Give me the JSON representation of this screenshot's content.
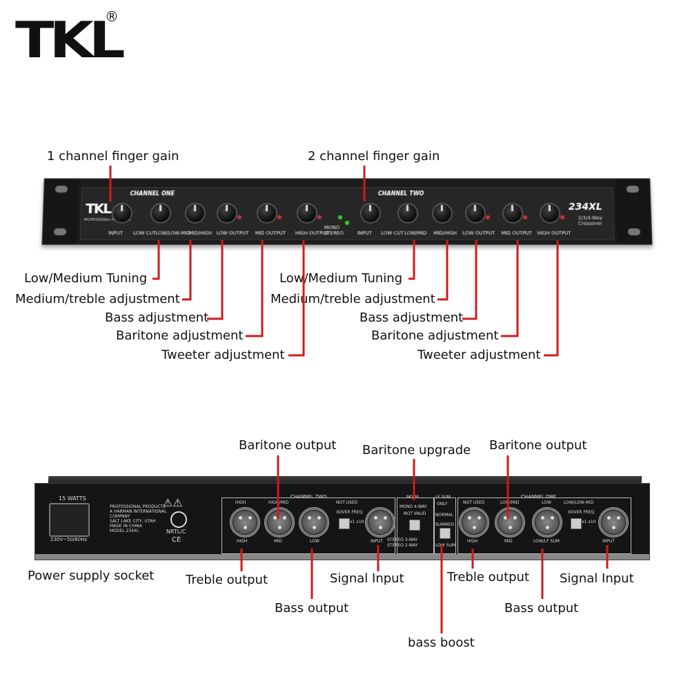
{
  "brand": {
    "logo_text": "TKL",
    "registered_mark": "®"
  },
  "front_panel": {
    "logo_text": "TKL",
    "logo_sub": "PROFESSIONAL PRODUCTS",
    "channel_one_label": "CHANNEL ONE",
    "channel_two_label": "CHANNEL TWO",
    "model": "234XL",
    "model_sub1": "2/3/4-Way",
    "model_sub2": "Crossover",
    "bottom_labels_ch1": [
      "INPUT",
      "LOW CUT",
      "LOW/LOW-MID",
      "MID/HIGH",
      "LOW OUTPUT",
      "MID OUTPUT",
      "HIGH OUTPUT"
    ],
    "bottom_labels_mid": [
      "MONO",
      "STEREO"
    ],
    "bottom_labels_ch2": [
      "INPUT",
      "LOW CUT",
      "LOW/MID",
      "MID/HIGH",
      "LOW OUTPUT",
      "MID OUTPUT",
      "HIGH OUTPUT"
    ]
  },
  "front_callouts": {
    "ch1_gain": "1 channel finger gain",
    "ch2_gain": "2 channel finger gain",
    "ch1": [
      "Low/Medium Tuning",
      "Medium/treble adjustment",
      "Bass adjustment",
      "Baritone adjustment",
      "Tweeter adjustment"
    ],
    "ch2": [
      "Low/Medium Tuning",
      "Medium/treble adjustment",
      "Bass adjustment",
      "Baritone adjustment",
      "Tweeter adjustment"
    ]
  },
  "back_panel": {
    "power_label": "15 WATTS",
    "power_rating": "230V~50/60Hz",
    "maker_text": [
      "PROFESSIONAL PRODUCTS",
      "A HARMAN INTERNATIONAL",
      "COMPANY",
      "SALT LAKE CITY, UTAH",
      "MADE IN CHINA",
      "MODEL 234XL"
    ],
    "cert_text": "NRTL/C",
    "ce_text": "CE",
    "ch2_header": "CHANNEL TWO",
    "ch1_header": "CHANNEL ONE",
    "mode_header": "MODE",
    "lf_sum_header": "LF SUM",
    "xlr_top_ch2": [
      "HIGH",
      "HIGH/MID",
      "NOT USED"
    ],
    "xlr_bottom_ch2": [
      "HIGH",
      "MID",
      "LOW",
      "INPUT"
    ],
    "xlr_top_ch1": [
      "NOT USED",
      "LOW/MID",
      "LOW",
      "LOW/LOW-MID"
    ],
    "xlr_bottom_ch1": [
      "HIGH",
      "MID",
      "LOW/LF SUM",
      "INPUT"
    ],
    "mode_options": [
      "MONO 4-WAY",
      "NOT VALID",
      "STEREO 3-WAY",
      "STEREO 2-WAY"
    ],
    "lf_options": [
      "ONLY",
      "NORMAL",
      "SUMMED",
      "LOW SUM"
    ],
    "xover_freq": "XOVER FREQ",
    "xover_mult": "x1 x10"
  },
  "back_callouts": {
    "baritone_output_left": "Baritone output",
    "baritone_upgrade": "Baritone upgrade",
    "baritone_output_right": "Baritone output",
    "power_supply": "Power supply socket",
    "treble_output_left": "Treble output",
    "signal_input_left": "Signal Input",
    "treble_output_right": "Treble output",
    "signal_input_right": "Signal Input",
    "bass_output_left": "Bass output",
    "bass_output_right": "Bass output",
    "bass_boost": "bass boost"
  },
  "colors": {
    "leader_line": "#d11a1a",
    "panel": "#1c1c1c",
    "text": "#111111"
  }
}
